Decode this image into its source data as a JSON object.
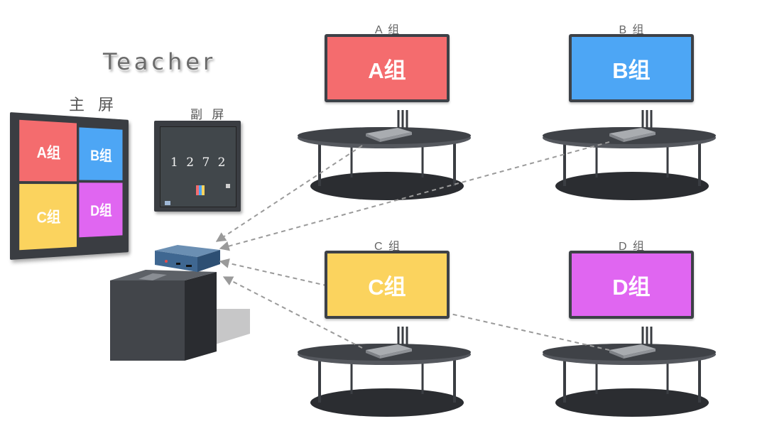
{
  "teacher": {
    "title": "Teacher",
    "main_screen_label": "主 屏",
    "sub_screen_label": "副 屏",
    "sub_screen_handwriting": "1 2 7 2"
  },
  "main_screen_quadrants": [
    {
      "label": "A组",
      "color": "#f46c6e"
    },
    {
      "label": "B组",
      "color": "#4da6f5"
    },
    {
      "label": "C组",
      "color": "#fbd35e"
    },
    {
      "label": "D组",
      "color": "#e066f1"
    }
  ],
  "groups": [
    {
      "caption": "A 组",
      "monitor_label": "A组",
      "color": "#f46c6e"
    },
    {
      "caption": "B 组",
      "monitor_label": "B组",
      "color": "#4da6f5"
    },
    {
      "caption": "C 组",
      "monitor_label": "C组",
      "color": "#fbd35e"
    },
    {
      "caption": "D 组",
      "monitor_label": "D组",
      "color": "#e066f1"
    }
  ],
  "colors": {
    "frame": "#3d4147",
    "table_top": "#4a4d52",
    "shadow": "#2b2d31",
    "dashed_link": "#9a9a9a"
  }
}
